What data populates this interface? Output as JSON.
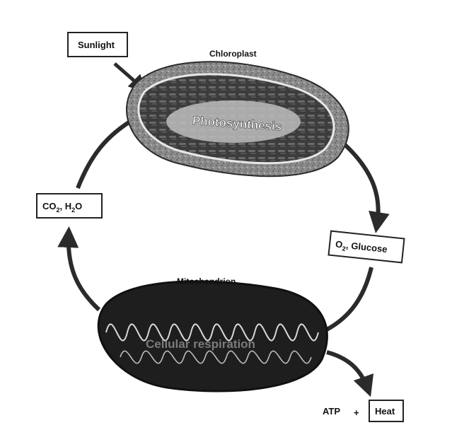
{
  "organelles": {
    "chloroplast": {
      "title": "Chloroplast",
      "process": "Photosynthesis"
    },
    "mitochondrion": {
      "title": "Mitochondrion",
      "process": "Cellular respiration"
    }
  },
  "inputs": {
    "sunlight": "Sunlight",
    "co2_h2o": {
      "co": "CO",
      "sub2": "2",
      "sep": ", H",
      "sub2b": "2",
      "o": "O"
    }
  },
  "products": {
    "o2_glucose": {
      "o": "O",
      "sub2": "2",
      "rest": ", Glucose"
    },
    "atp": "ATP",
    "plus": "+",
    "heat": "Heat"
  },
  "colors": {
    "arrow": "#2b2b2b",
    "chloroplast_outer": "#6f6f6f",
    "chloroplast_inner": "#3a3a3a",
    "mitochondrion_body": "#1e1e1e",
    "mitochondrion_cristae": "#d8d8d8",
    "box_stroke": "#222222",
    "box_fill": "#ffffff"
  }
}
